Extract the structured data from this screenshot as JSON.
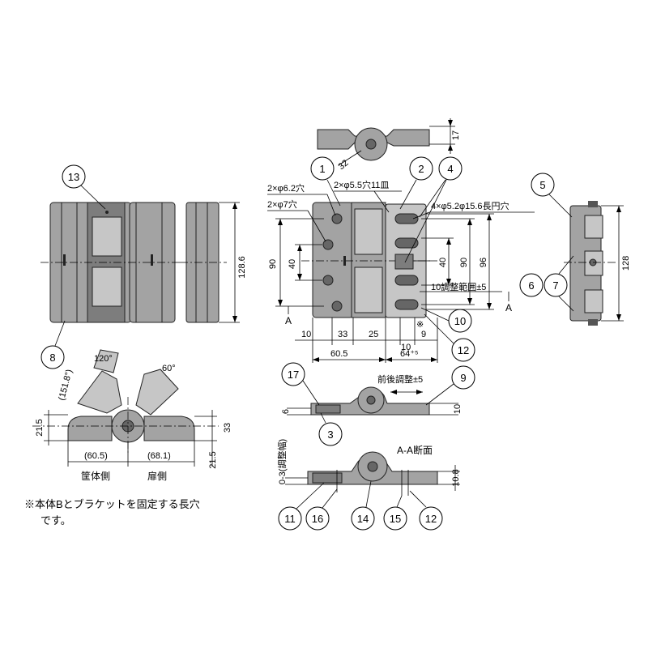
{
  "callouts": [
    "1",
    "2",
    "3",
    "4",
    "5",
    "6",
    "7",
    "8",
    "9",
    "10",
    "11",
    "12",
    "12",
    "13",
    "14",
    "15",
    "16",
    "17"
  ],
  "holes": {
    "h1": "2×φ6.2穴",
    "h2": "2×φ7穴",
    "h3": "2×φ5.5穴11皿",
    "h4": "4×φ5.2φ15.6長円穴",
    "mark": "※"
  },
  "top_view": {
    "d17": "17",
    "d32": "32"
  },
  "front_view": {
    "d90": "90",
    "d40": "40",
    "d10": "10",
    "d33": "33",
    "d25": "25",
    "d10b": "10",
    "d9": "9",
    "d605": "60.5",
    "d64": "64⁺⁵",
    "d90r": "90",
    "d40r": "40",
    "d96": "96",
    "d1285": "128.6",
    "adj10": "10調整範囲±5",
    "secA": "A",
    "secA2": "A"
  },
  "side_view": {
    "d128": "128"
  },
  "open_view": {
    "a120": "120°",
    "a60": "60°",
    "a1518": "(151.8°)",
    "d215": "21.5",
    "d33": "33",
    "d215b": "21.5",
    "d605": "(60.5)",
    "d681": "(68.1)",
    "cabinet": "筐体側",
    "door": "扉側"
  },
  "mid_view": {
    "adj": "前後調整±5",
    "d6": "6",
    "d10": "10"
  },
  "section_view": {
    "title": "A-A断面",
    "adjw": "0-3(調整幅)",
    "d108": "10.8"
  },
  "footnote": {
    "line1": "※本体Bとブラケットを固定する長穴",
    "line2": "です。"
  }
}
